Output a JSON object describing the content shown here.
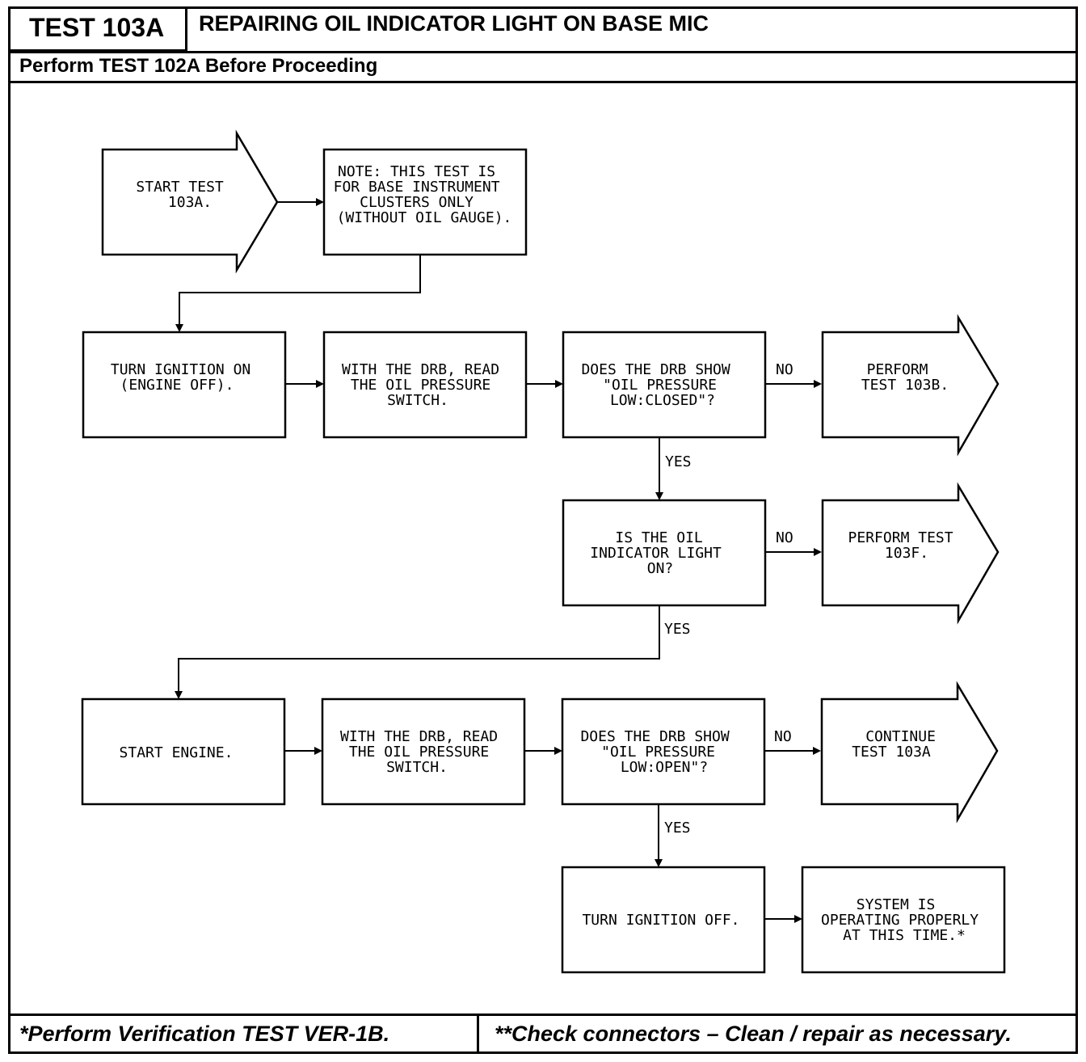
{
  "header": {
    "test_id": "TEST 103A",
    "title": "REPAIRING OIL INDICATOR LIGHT ON BASE MIC",
    "subtitle": "Perform TEST 102A Before Proceeding"
  },
  "footer": {
    "left": "*Perform Verification TEST VER-1B.",
    "right": "**Check connectors – Clean / repair as necessary."
  },
  "flow": {
    "start": [
      "START TEST",
      "103A."
    ],
    "note": [
      "NOTE:  THIS TEST IS",
      "FOR BASE INSTRUMENT",
      "CLUSTERS ONLY",
      "(WITHOUT OIL GAUGE)."
    ],
    "ign_on": [
      "TURN IGNITION ON",
      "(ENGINE OFF)."
    ],
    "read1": [
      "WITH THE DRB, READ",
      "THE OIL PRESSURE",
      "SWITCH."
    ],
    "q1": [
      "DOES THE DRB SHOW",
      "\"OIL PRESSURE",
      "LOW:CLOSED\"?"
    ],
    "t103b": [
      "PERFORM",
      "TEST 103B."
    ],
    "q2": [
      "IS THE OIL",
      "INDICATOR LIGHT",
      "ON?"
    ],
    "t103f": [
      "PERFORM TEST",
      "103F."
    ],
    "start_engine": [
      "START ENGINE."
    ],
    "read2": [
      "WITH THE DRB, READ",
      "THE OIL PRESSURE",
      "SWITCH."
    ],
    "q3": [
      "DOES THE DRB SHOW",
      "\"OIL PRESSURE",
      "LOW:OPEN\"?"
    ],
    "cont": [
      "CONTINUE",
      "TEST 103A"
    ],
    "ign_off": [
      "TURN IGNITION OFF."
    ],
    "ok": [
      "SYSTEM IS",
      "OPERATING PROPERLY",
      "AT THIS TIME.*"
    ]
  },
  "labels": {
    "no": "NO",
    "yes": "YES"
  }
}
